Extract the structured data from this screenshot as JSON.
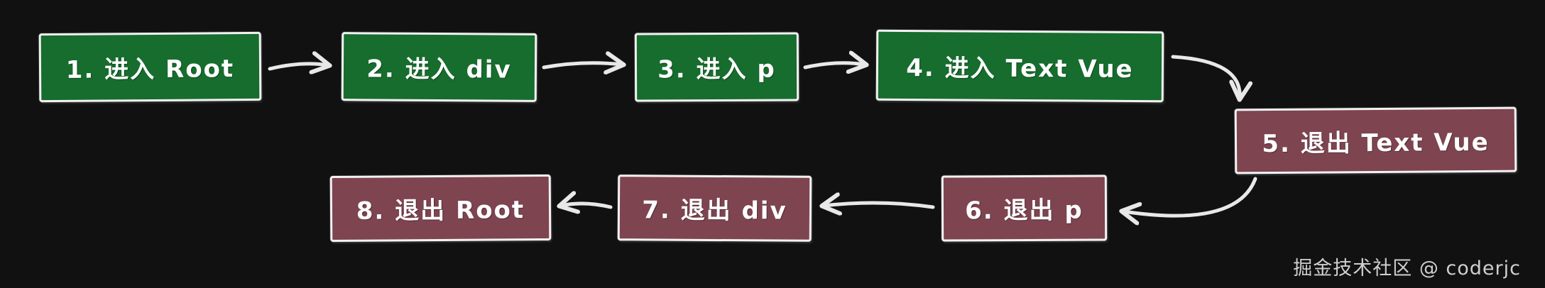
{
  "diagram": {
    "title_hint": "Vue render enter/exit traversal order",
    "boxes": [
      {
        "id": 1,
        "label": "1. 进入 Root",
        "type": "enter"
      },
      {
        "id": 2,
        "label": "2. 进入 div",
        "type": "enter"
      },
      {
        "id": 3,
        "label": "3. 进入 p",
        "type": "enter"
      },
      {
        "id": 4,
        "label": "4. 进入 Text Vue",
        "type": "enter"
      },
      {
        "id": 5,
        "label": "5. 退出 Text Vue",
        "type": "exit"
      },
      {
        "id": 6,
        "label": "6. 退出 p",
        "type": "exit"
      },
      {
        "id": 7,
        "label": "7. 退出 div",
        "type": "exit"
      },
      {
        "id": 8,
        "label": "8. 退出 Root",
        "type": "exit"
      }
    ],
    "edges": [
      [
        "1",
        "2"
      ],
      [
        "2",
        "3"
      ],
      [
        "3",
        "4"
      ],
      [
        "4",
        "5"
      ],
      [
        "5",
        "6"
      ],
      [
        "6",
        "7"
      ],
      [
        "7",
        "8"
      ]
    ],
    "colors": {
      "background": "#111111",
      "enter_fill": "#166d2d",
      "exit_fill": "#7e4450",
      "box_stroke": "#f2f2f2",
      "box_text": "#ffffff",
      "arrow": "#e8e8e8",
      "watermark_text": "#cfcfcf"
    },
    "watermark": "掘金技术社区 @ coderjc"
  }
}
